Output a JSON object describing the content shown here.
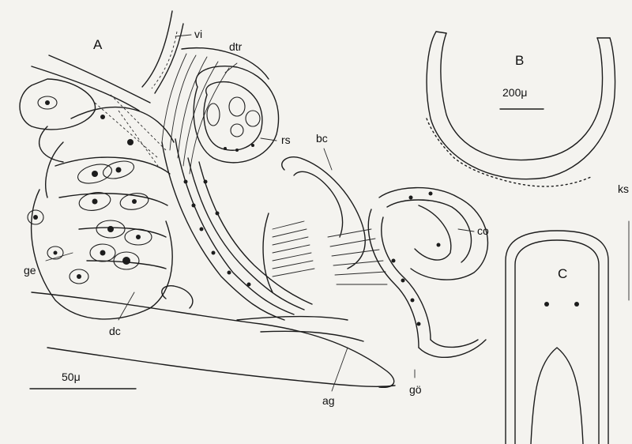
{
  "panels": {
    "a": "A",
    "b": "B",
    "c": "C"
  },
  "labels": {
    "vi": "vi",
    "dtr": "dtr",
    "rs": "rs",
    "bc": "bc",
    "co": "co",
    "ge": "ge",
    "dc": "dc",
    "ag": "ag",
    "go": "gö",
    "ks": "ks"
  },
  "scale_bars": {
    "a": "50μ",
    "b": "200μ"
  },
  "colors": {
    "ink": "#1c1c1c",
    "paper": "#f4f3ef"
  }
}
